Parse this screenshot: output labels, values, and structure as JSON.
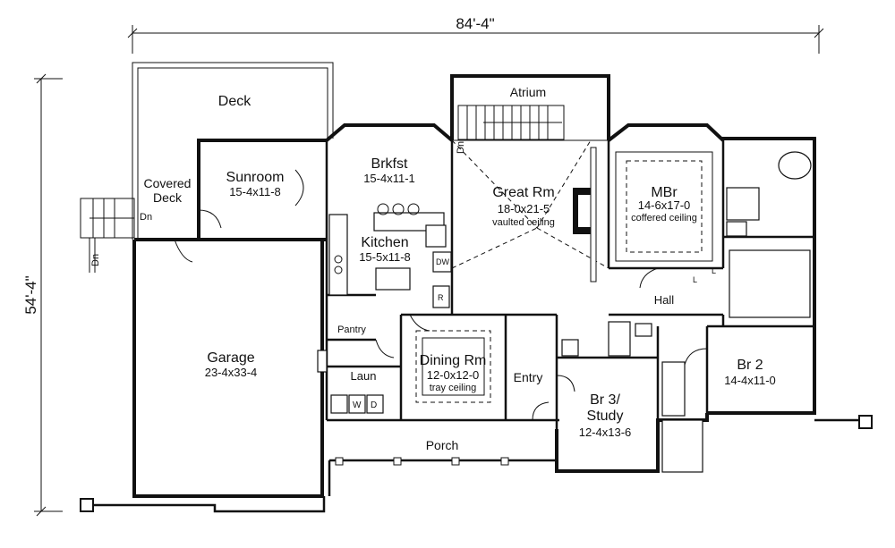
{
  "dimensions": {
    "width": "84'-4\"",
    "depth": "54'-4\""
  },
  "rooms": {
    "deck": {
      "name": "Deck"
    },
    "covered_deck": {
      "name_line1": "Covered",
      "name_line2": "Deck"
    },
    "sunroom": {
      "name": "Sunroom",
      "size": "15-4x11-8"
    },
    "brkfst": {
      "name": "Brkfst",
      "size": "15-4x11-1"
    },
    "atrium": {
      "name": "Atrium"
    },
    "great_rm": {
      "name": "Great Rm",
      "size": "18-0x21-5",
      "note": "vaulted ceiling"
    },
    "mbr": {
      "name": "MBr",
      "size": "14-6x17-0",
      "note": "coffered ceiling"
    },
    "kitchen": {
      "name": "Kitchen",
      "size": "15-5x11-8"
    },
    "garage": {
      "name": "Garage",
      "size": "23-4x33-4"
    },
    "pantry": {
      "name": "Pantry"
    },
    "laun": {
      "name": "Laun"
    },
    "dining_rm": {
      "name": "Dining Rm",
      "size": "12-0x12-0",
      "note": "tray ceiling"
    },
    "entry": {
      "name": "Entry"
    },
    "hall": {
      "name": "Hall"
    },
    "br3": {
      "name_line1": "Br 3/",
      "name_line2": "Study",
      "size": "12-4x13-6"
    },
    "br2": {
      "name": "Br 2",
      "size": "14-4x11-0"
    },
    "porch": {
      "name": "Porch"
    }
  },
  "labels": {
    "dn": "Dn",
    "dw": "DW",
    "refrigerator": "R",
    "washer": "W",
    "dryer": "D",
    "linen": "L"
  }
}
